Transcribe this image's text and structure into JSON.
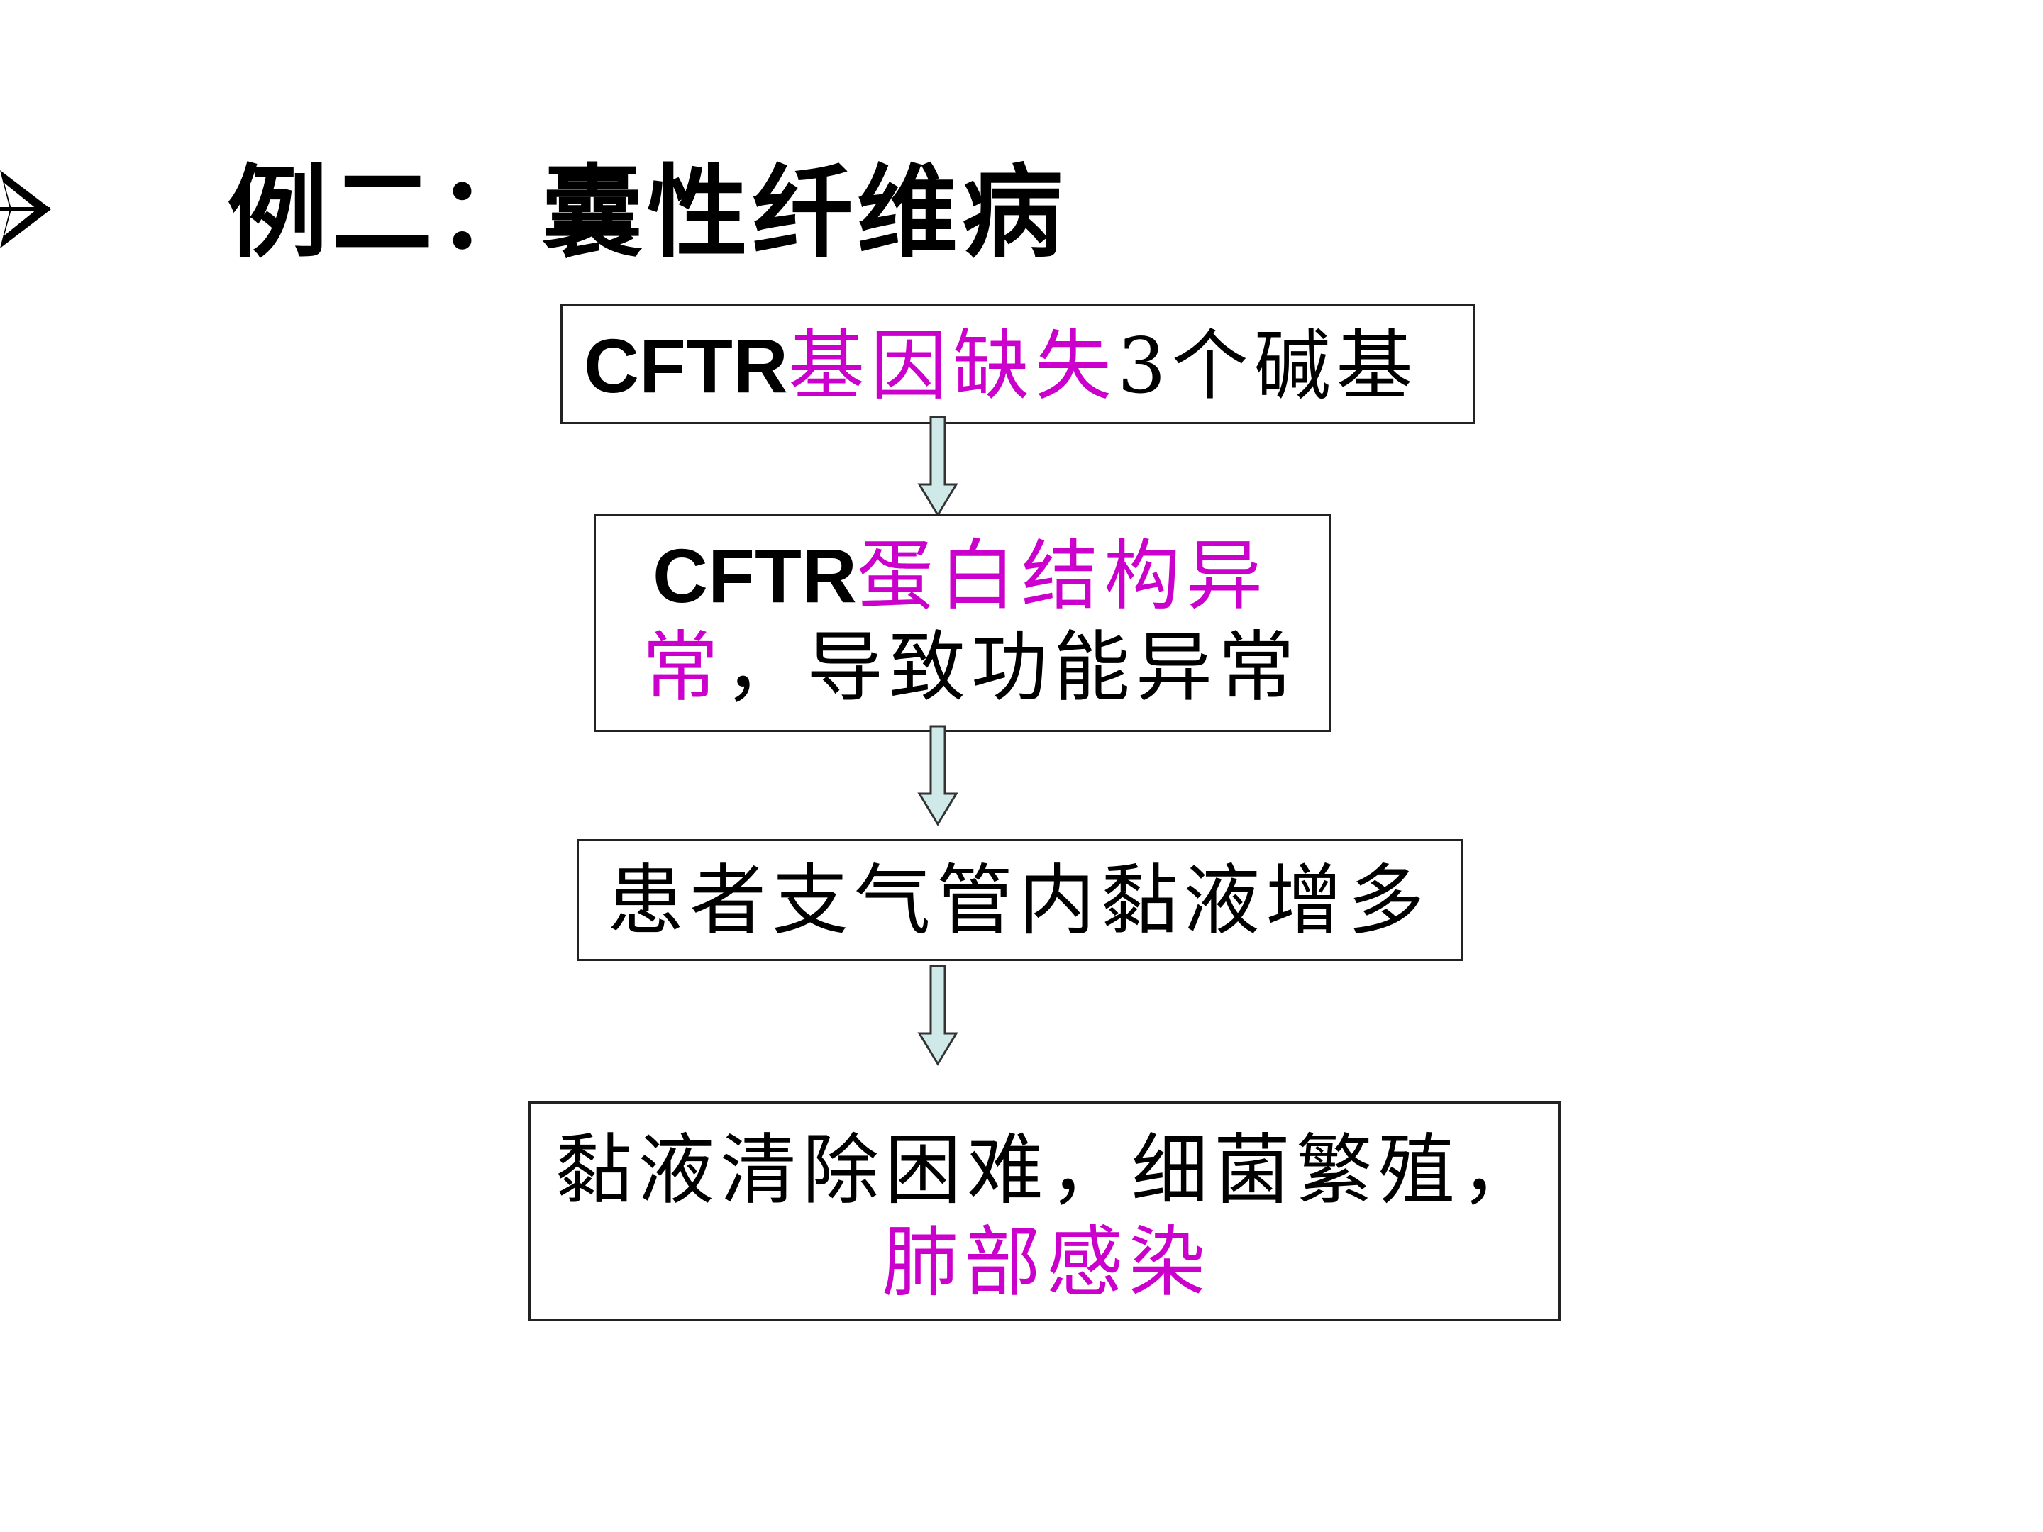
{
  "slide": {
    "title": "例二：囊性纤维病",
    "colors": {
      "text": "#000000",
      "highlight": "#cc00cc",
      "arrow_fill": "#cfe8e8",
      "arrow_stroke": "#333333"
    }
  },
  "flow": {
    "step1": {
      "prefix": "CFTR",
      "highlight": "基因缺失",
      "suffix": "3个碱基"
    },
    "step2": {
      "prefix": "CFTR",
      "highlight1": "蛋白结构异",
      "highlight2": "常",
      "suffix": "，导致功能异常"
    },
    "step3": {
      "text": "患者支气管内黏液增多"
    },
    "step4": {
      "line1": "黏液清除困难，细菌繁殖，",
      "line2": "肺部感染"
    }
  }
}
